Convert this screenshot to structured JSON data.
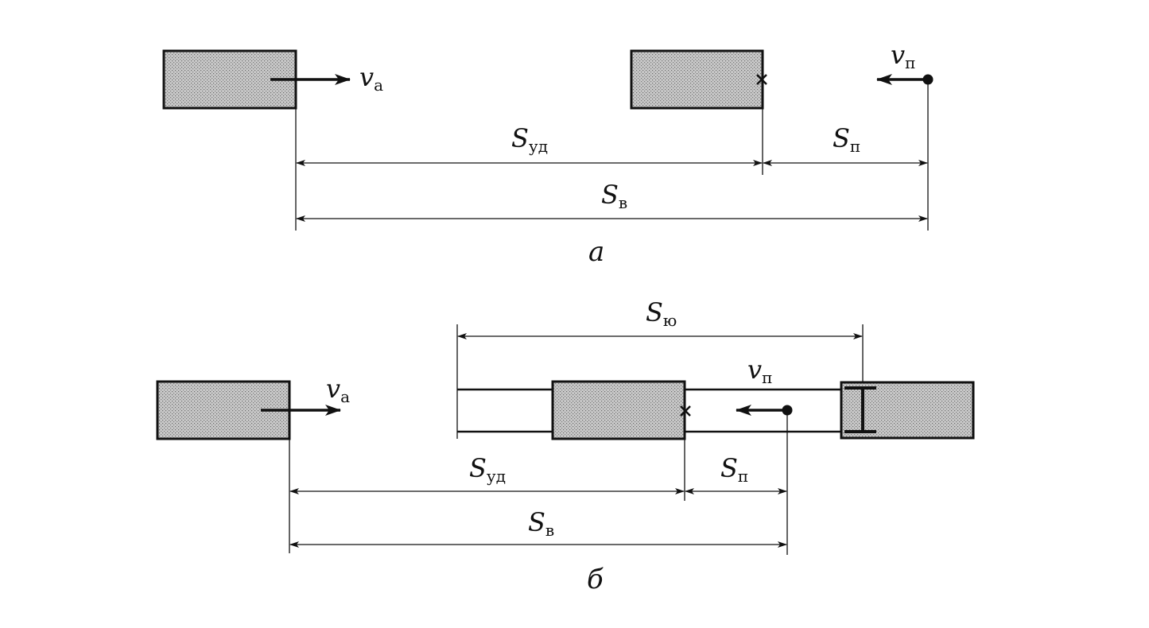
{
  "colors": {
    "ink": "#111111",
    "box_fill": "#c4c4c4",
    "background": "#ffffff"
  },
  "panel_a": {
    "caption": "а",
    "v_a": {
      "main": "v",
      "sub": "а"
    },
    "v_p": {
      "main": "v",
      "sub": "п"
    },
    "s_ud": {
      "main": "S",
      "sub": "уд"
    },
    "s_p": {
      "main": "S",
      "sub": "п"
    },
    "s_v": {
      "main": "S",
      "sub": "в"
    }
  },
  "panel_b": {
    "caption": "б",
    "s_yu": {
      "main": "S",
      "sub": "ю"
    },
    "v_a": {
      "main": "v",
      "sub": "а"
    },
    "v_p": {
      "main": "v",
      "sub": "п"
    },
    "s_ud": {
      "main": "S",
      "sub": "уд"
    },
    "s_p": {
      "main": "S",
      "sub": "п"
    },
    "s_v": {
      "main": "S",
      "sub": "в"
    }
  }
}
